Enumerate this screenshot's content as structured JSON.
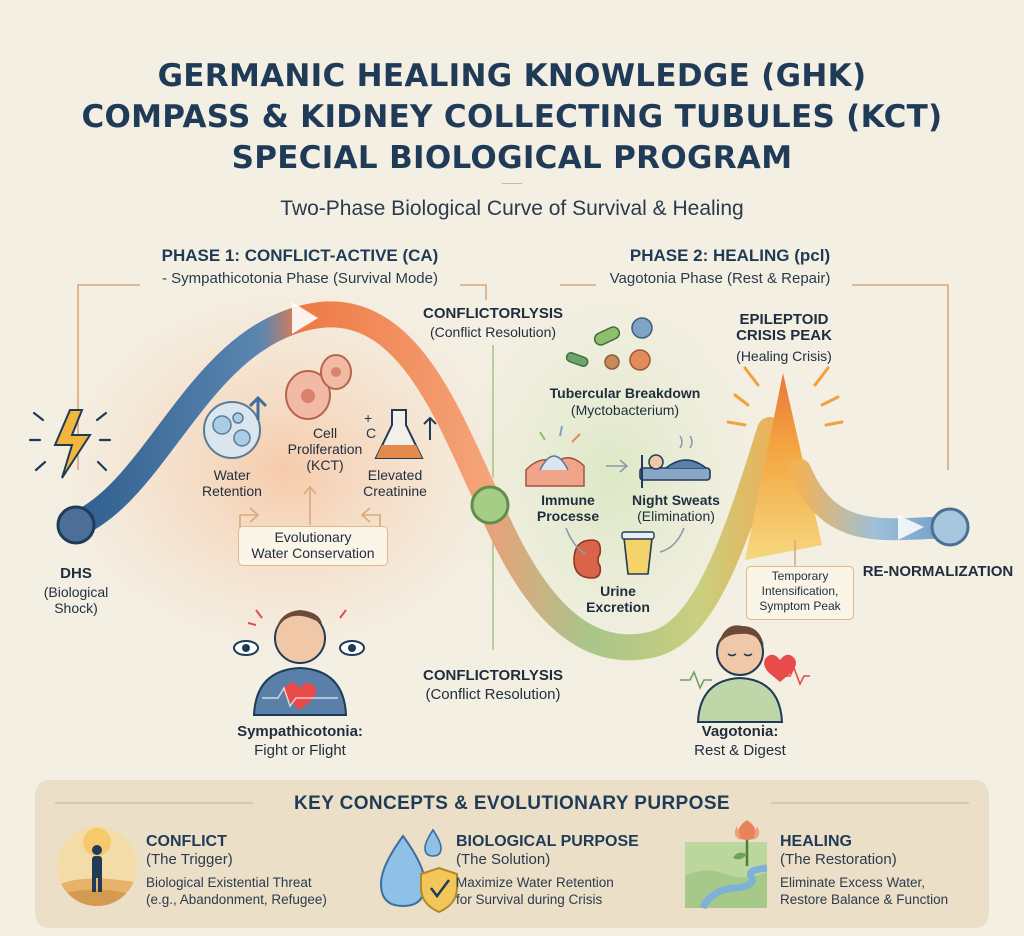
{
  "title": {
    "line1": "GERMANIC HEALING KNOWLEDGE (GHK)",
    "line2": "COMPASS & KIDNEY COLLECTING TUBULES (KCT)",
    "line3": "SPECIAL BIOLOGICAL PROGRAM"
  },
  "subtitle": "Two-Phase Biological Curve of Survival & Healing",
  "phase1": {
    "title": "PHASE 1: CONFLICT-ACTIVE (CA)",
    "subtitle": "- Sympathicotonia Phase (Survival Mode)",
    "items": {
      "water": "Water\nRetention",
      "cell": "Cell\nProliferation\n(KCT)",
      "creatinine": "Elevated\nCreatinine"
    },
    "box": "Evolutionary\nWater Conservation"
  },
  "phase2": {
    "title": "PHASE 2: HEALING (pcl)",
    "subtitle": "Vagotonia Phase (Rest & Repair)",
    "items": {
      "tubercular": "Tubercular Breakdown",
      "tubercular_sub": "(Myctobacterium)",
      "immune": "Immune\nProcesse",
      "sweats": "Night Sweats",
      "sweats_sub": "(Elimination)",
      "urine": "Urine\nExcretion"
    }
  },
  "conflictolysis_top": {
    "label": "CONFLICTORLYSIS",
    "sub": "(Conflict Resolution)"
  },
  "conflictolysis_bottom": {
    "label": "CONFLICTORLYSIS",
    "sub": "(Conflict Resolution)"
  },
  "epileptoid": {
    "label": "EPILEPTOID\nCRISIS PEAK",
    "sub": "(Healing Crisis)"
  },
  "temporary": "Temporary\nIntensification,\nSymptom Peak",
  "dhs": {
    "label": "DHS",
    "sub": "(Biological\nShock)"
  },
  "renormalization": "RE-NORMALIZATION",
  "sympathicotonia": {
    "label": "Sympathicotonia:",
    "sub": "Fight or Flight"
  },
  "vagotonia": {
    "label": "Vagotonia:",
    "sub": "Rest & Digest"
  },
  "key": {
    "title": "KEY CONCEPTS & EVOLUTIONARY PURPOSE",
    "items": [
      {
        "head": "CONFLICT",
        "sub": "(The Trigger)",
        "desc": "Biological Existential Threat\n(e.g., Abandonment, Refugee)",
        "icon": "person-desert-icon"
      },
      {
        "head": "BIOLOGICAL PURPOSE",
        "sub": "(The Solution)",
        "desc": "Maximize Water Retention\nfor Survival during Crisis",
        "icon": "water-shield-icon"
      },
      {
        "head": "HEALING",
        "sub": "(The Restoration)",
        "desc": "Eliminate Excess Water,\nRestore Balance & Function",
        "icon": "flower-river-icon"
      }
    ]
  },
  "colors": {
    "navy": "#1f3b57",
    "blue_curve": "#3f6f9f",
    "orange_curve": "#ef7a45",
    "green_curve": "#9fbf7a",
    "peak_yellow": "#f3b63d",
    "green_node": "#8fbf6a"
  }
}
